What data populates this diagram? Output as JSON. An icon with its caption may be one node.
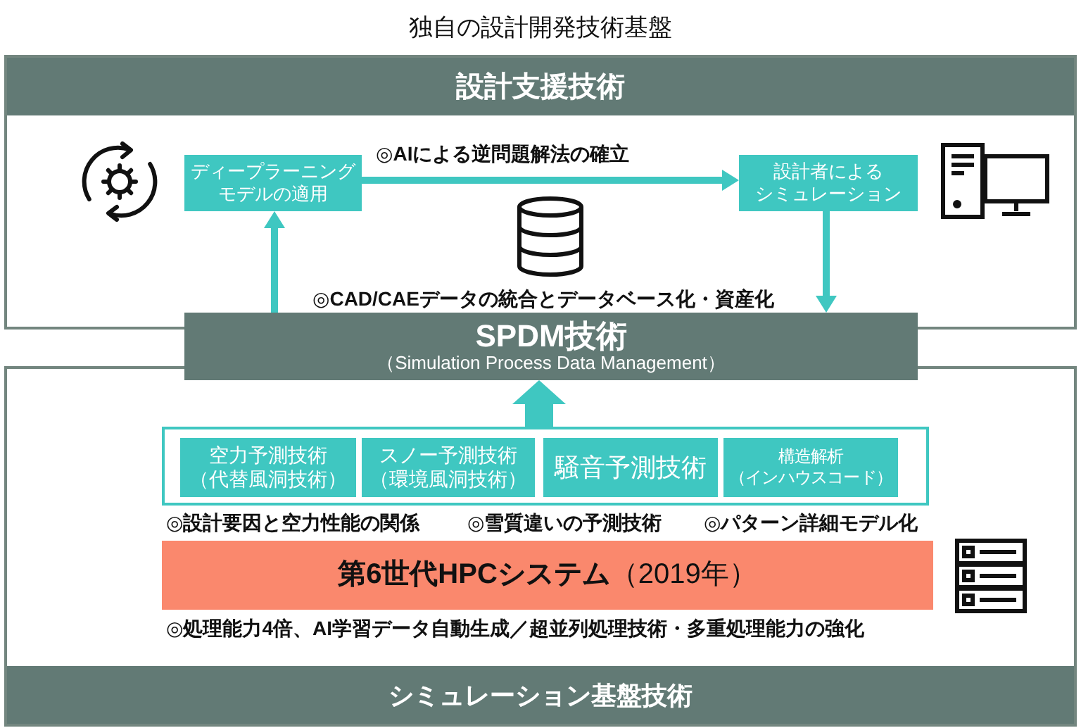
{
  "diagram": {
    "title": "独自の設計開発技術基盤",
    "nodes": [
      {
        "text": [
          "設計支援技術"
        ]
      },
      {
        "text": [
          "ディープラーニングモデルの適用"
        ],
        "in": 0
      },
      {
        "text": [
          "設計者によるシミュレーション"
        ],
        "in": 0
      },
      {
        "text": [
          "SPDM技術",
          "（Simulation Process Data Management）"
        ],
        "beside": [
          "◎CAD/CAEデータの統合とデータベース化・資産化"
        ]
      },
      {
        "text": [
          "シミュレーション基盤技術"
        ]
      },
      {
        "text": [],
        "shape": "box",
        "in": 4
      },
      {
        "text": [
          "空力予測技術（代替風洞技術）"
        ],
        "in": 5
      },
      {
        "text": [
          "スノー予測技術（環境風洞技術）"
        ],
        "in": 5
      },
      {
        "text": [
          "騒音予測技術"
        ],
        "in": 5
      },
      {
        "text": [
          "構造解析（インハウスコード）"
        ],
        "in": 5
      },
      {
        "text": [
          "**第6世代HPCシステム**（2019年）"
        ],
        "in": 4,
        "beside": [
          "◎処理能力4倍、AI学習データ自動生成／超並列処理技術・多重処理能力の強化"
        ]
      }
    ],
    "edges": [
      {
        "from": 3,
        "to": 1,
        "arrow": "to"
      },
      {
        "from": 1,
        "to": 2,
        "arrow": "to",
        "label": "◎AIによる逆問題解法の確立"
      },
      {
        "from": 2,
        "to": 3,
        "arrow": "to"
      },
      {
        "from": 5,
        "to": 3,
        "arrow": "to",
        "style": "thick"
      }
    ],
    "labels": [
      "◎設計要因と空力性能の関係",
      "◎雪質違いの予測技術",
      "◎パターン詳細モデル化"
    ]
  }
}
